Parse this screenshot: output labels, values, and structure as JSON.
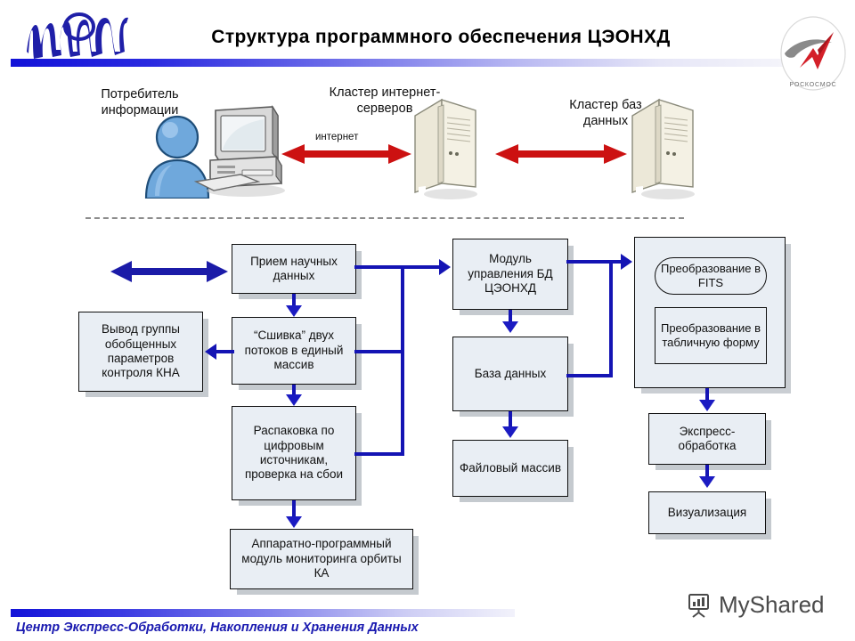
{
  "header": {
    "title": "Структура программного обеспечения ЦЭОНХД",
    "left_logo_name": "МИФИ",
    "right_logo_caption": "РОСКОСМОС"
  },
  "network_band": {
    "consumer_label": "Потребитель\nинформации",
    "consumer_label_line1": "Потребитель",
    "consumer_label_line2": "информации",
    "web_cluster_line1": "Кластер интернет-",
    "web_cluster_line2": "серверов",
    "db_cluster_line1": "Кластер баз",
    "db_cluster_line2": "данных",
    "internet_link_label": "интернет"
  },
  "flow": {
    "left_column": [
      {
        "id": "intake",
        "label": "Прием научных данных"
      },
      {
        "id": "stitch",
        "label": "“Сшивка” двух потоков в единый массив"
      },
      {
        "id": "unpack",
        "label": "Распаковка по цифровым источникам, проверка на сбои"
      },
      {
        "id": "hwsw",
        "label": "Аппаратно-программный модуль мониторинга орбиты КА"
      }
    ],
    "output_box": {
      "id": "kna_output",
      "label": "Вывод группы обобщенных параметров контроля КНА"
    },
    "middle_column": [
      {
        "id": "dbmodule",
        "label": "Модуль управления БД ЦЭОНХД"
      },
      {
        "id": "database",
        "label": "База данных"
      },
      {
        "id": "filearray",
        "label": "Файловый массив"
      }
    ],
    "convert_group": {
      "fits": "Преобразование в FITS",
      "table": "Преобразование в табличную форму"
    },
    "right_column": [
      {
        "id": "express",
        "label": "Экспресс-обработка"
      },
      {
        "id": "visual",
        "label": "Визуализация"
      }
    ]
  },
  "footer": {
    "caption": "Центр Экспресс-Обработки, Накопления и Хранения Данных",
    "watermark": "MyShared"
  },
  "colors": {
    "accent_blue": "#1414b4",
    "red_arrow": "#cc1111",
    "box_fill": "#e9eef4",
    "footer_text": "#1a1ab0"
  }
}
